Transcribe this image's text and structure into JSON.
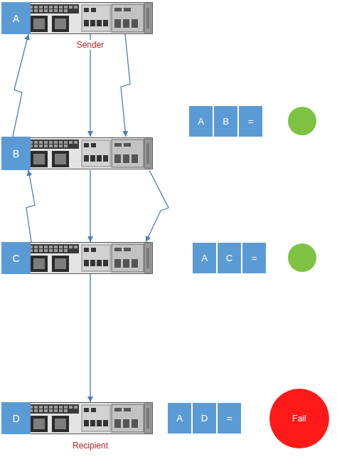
{
  "diagram": {
    "nodes": [
      {
        "text": [
          "A",
          "Sender"
        ]
      },
      {
        "text": [
          "B"
        ]
      },
      {
        "text": [
          "C"
        ]
      },
      {
        "text": [
          "D",
          "Recipient"
        ]
      },
      {
        "text": [
          "A"
        ]
      },
      {
        "text": [
          "B"
        ]
      },
      {
        "text": [
          "="
        ]
      },
      {
        "text": [
          "A"
        ]
      },
      {
        "text": [
          "C"
        ]
      },
      {
        "text": [
          "="
        ]
      },
      {
        "text": [
          "A"
        ]
      },
      {
        "text": [
          "D"
        ]
      },
      {
        "text": [
          "="
        ]
      },
      {
        "text": [
          "Fail"
        ]
      }
    ],
    "edges": [
      {
        "from": 0,
        "to": 1,
        "arrow": "to"
      },
      {
        "from": 1,
        "to": 2,
        "arrow": "to"
      },
      {
        "from": 2,
        "to": 3,
        "arrow": "to"
      },
      {
        "from": 1,
        "to": 0,
        "arrow": "to"
      },
      {
        "from": 0,
        "to": 1,
        "arrow": "to"
      },
      {
        "from": 2,
        "to": 1,
        "arrow": "to"
      },
      {
        "from": 1,
        "to": 2,
        "arrow": "to"
      }
    ]
  }
}
